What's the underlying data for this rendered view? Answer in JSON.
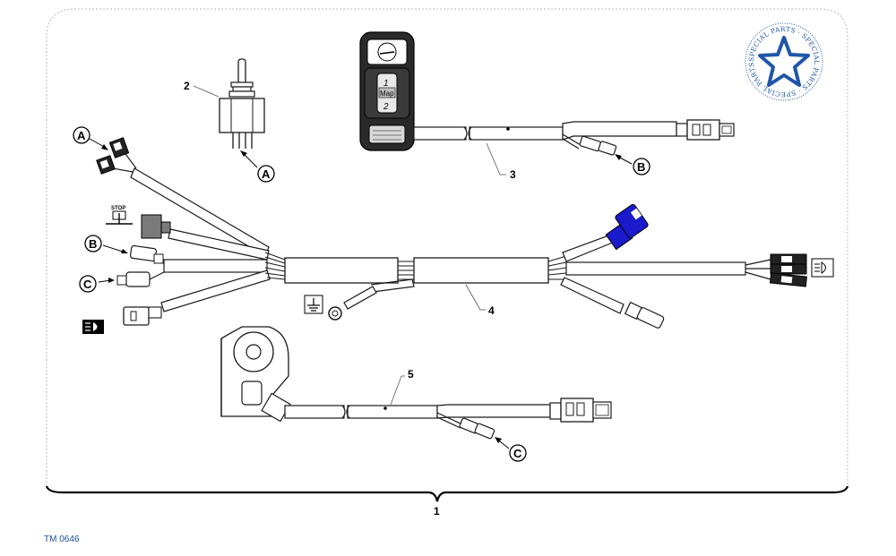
{
  "figure": {
    "code": "TM 0646",
    "assembly_callout": "1",
    "parts": {
      "p2": "2",
      "p3": "3",
      "p4": "4",
      "p5": "5"
    },
    "connector_refs": {
      "A": "A",
      "B": "B",
      "C": "C"
    },
    "switch_labels": {
      "top": "1",
      "middle": "Map",
      "bottom": "2"
    },
    "stop_icon_text": "STOP"
  },
  "stamp": {
    "text": "SPECIAL PARTS · SPECIAL PARTS · SPECIAL PARTS ·",
    "color": "#1f56a8"
  },
  "colors": {
    "line": "#1a1a1a",
    "connector_blue": "#1a1acc",
    "connector_gray": "#7a7a7a",
    "border": "#b8b8b8"
  }
}
